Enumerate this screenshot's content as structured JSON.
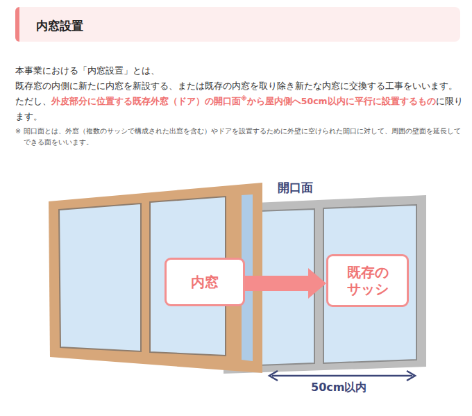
{
  "diagram": {
    "title": "内窓設置",
    "nodes": [
      {
        "text": [
          "内窓"
        ]
      },
      {
        "text": [
          "既存のサッシ"
        ]
      }
    ],
    "edges": [
      {
        "from": 0,
        "to": 1,
        "arrow": "to"
      }
    ],
    "labels": [
      "本事業における「内窓設置」とは、",
      "既存窓の内側に新たに内窓を新設する、または既存の内窓を取り除き新たな内窓に交換する工事をいいます。",
      "ただし、",
      "外皮部分に位置する既存外窓（ドア）の開口面",
      "※",
      "から屋内側へ50cm以内に平行に設置するもの",
      "に限ります。",
      "※",
      "開口面とは、外窓（複数のサッシで構成された出窓を含む）やドアを設置するために外壁に空けられた開口に対して、周囲の壁面を延長してできる面をいいます。",
      "開口面",
      "50cm以内"
    ]
  }
}
